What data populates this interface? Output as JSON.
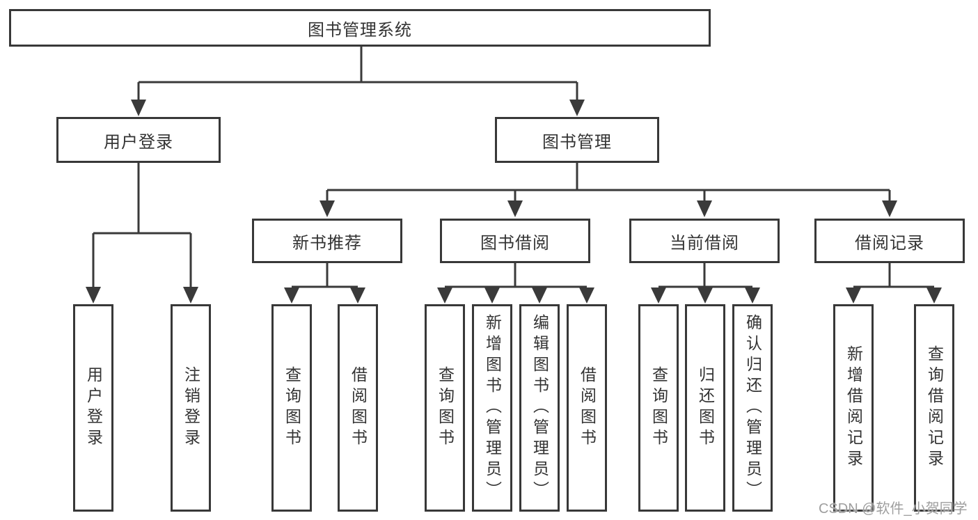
{
  "tree": {
    "root": {
      "label": "图书管理系统"
    },
    "branches": [
      {
        "label": "用户登录",
        "children": [
          {
            "label": "用户登录"
          },
          {
            "label": "注销登录"
          }
        ]
      },
      {
        "label": "图书管理",
        "sections": [
          {
            "label": "新书推荐",
            "children": [
              {
                "label": "查询图书"
              },
              {
                "label": "借阅图书"
              }
            ]
          },
          {
            "label": "图书借阅",
            "children": [
              {
                "label": "查询图书"
              },
              {
                "label": "新增图书（管理员）"
              },
              {
                "label": "编辑图书（管理员）"
              },
              {
                "label": "借阅图书"
              }
            ]
          },
          {
            "label": "当前借阅",
            "children": [
              {
                "label": "查询图书"
              },
              {
                "label": "归还图书"
              },
              {
                "label": "确认归还（管理员）"
              }
            ]
          },
          {
            "label": "借阅记录",
            "children": [
              {
                "label": "新增借阅记录"
              },
              {
                "label": "查询借阅记录"
              }
            ]
          }
        ]
      }
    ]
  },
  "watermark": {
    "text": "CSDN @软件_小贺同学"
  },
  "colors": {
    "line": "#3a3a3a",
    "box_border": "#383838",
    "text": "#333333",
    "watermark": "#9e9e9e",
    "background": "#ffffff"
  }
}
